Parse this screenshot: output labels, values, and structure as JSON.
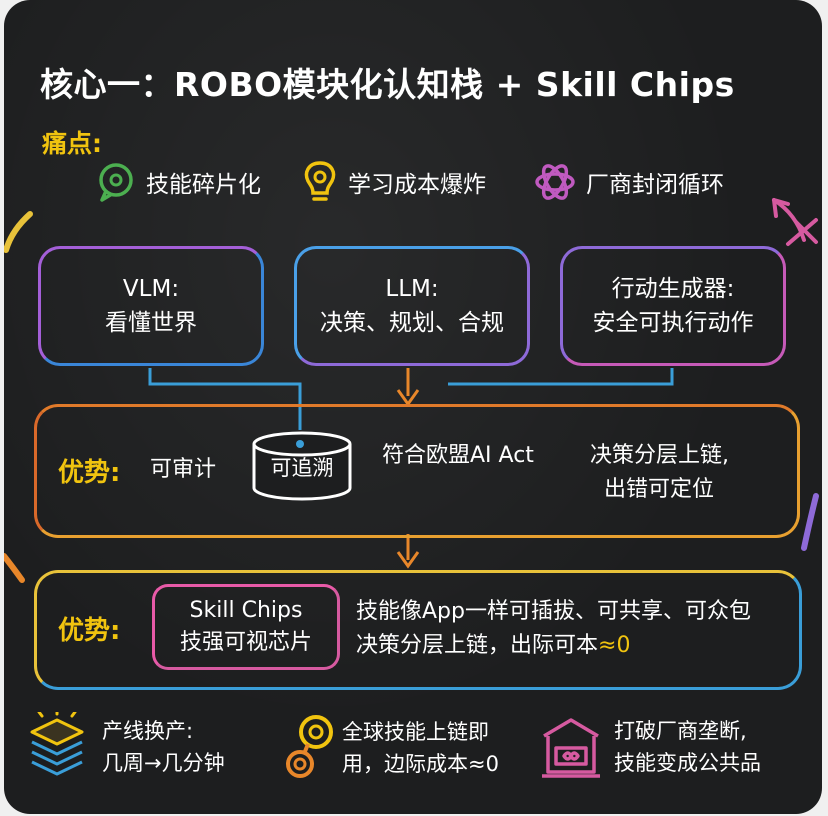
{
  "title": "核心一：ROBO模块化认知栈 + Skill Chips",
  "pain_points": {
    "label": "痛点:",
    "items": [
      {
        "icon": "chat-bubble-icon",
        "text": "技能碎片化",
        "color": "#4caf50"
      },
      {
        "icon": "lightbulb-icon",
        "text": "学习成本爆炸",
        "color": "#f1c40f"
      },
      {
        "icon": "knot-icon",
        "text": "厂商封闭循环",
        "color": "#c05ac0"
      }
    ]
  },
  "modules": [
    {
      "line1": "VLM:",
      "line2": "看懂世界"
    },
    {
      "line1": "LLM:",
      "line2": "决策、规划、合规"
    },
    {
      "line1": "行动生成器:",
      "line2": "安全可执行动作"
    }
  ],
  "advantage1": {
    "label": "优势:",
    "audit": "可审计",
    "trace": "可追溯",
    "compliance": "符合欧盟AI Act",
    "layered_line1": "决策分层上链,",
    "layered_line2": "出错可定位"
  },
  "advantage2": {
    "label": "优势:",
    "chip_line1": "Skill Chips",
    "chip_line2": "技强可视芯片",
    "desc_line1": "技能像App一样可插拔、可共享、可众包",
    "desc_line2_prefix": "决策分层上链，出际可本",
    "desc_line2_suffix": "≈0"
  },
  "footer": [
    {
      "icon": "layers-stack-icon",
      "line1": "产线换产:",
      "line2": "几周→几分钟"
    },
    {
      "icon": "chain-link-icon",
      "line1": "全球技能上链即",
      "line2": "用，边际成本≈0"
    },
    {
      "icon": "storehouse-icon",
      "line1": "打破厂商垄断,",
      "line2": "技能变成公共品"
    }
  ],
  "colors": {
    "yellow": "#f1c40f",
    "orange": "#e8872a",
    "blue": "#3a9ed8",
    "purple": "#a45fd8",
    "pink": "#e85aa8"
  }
}
